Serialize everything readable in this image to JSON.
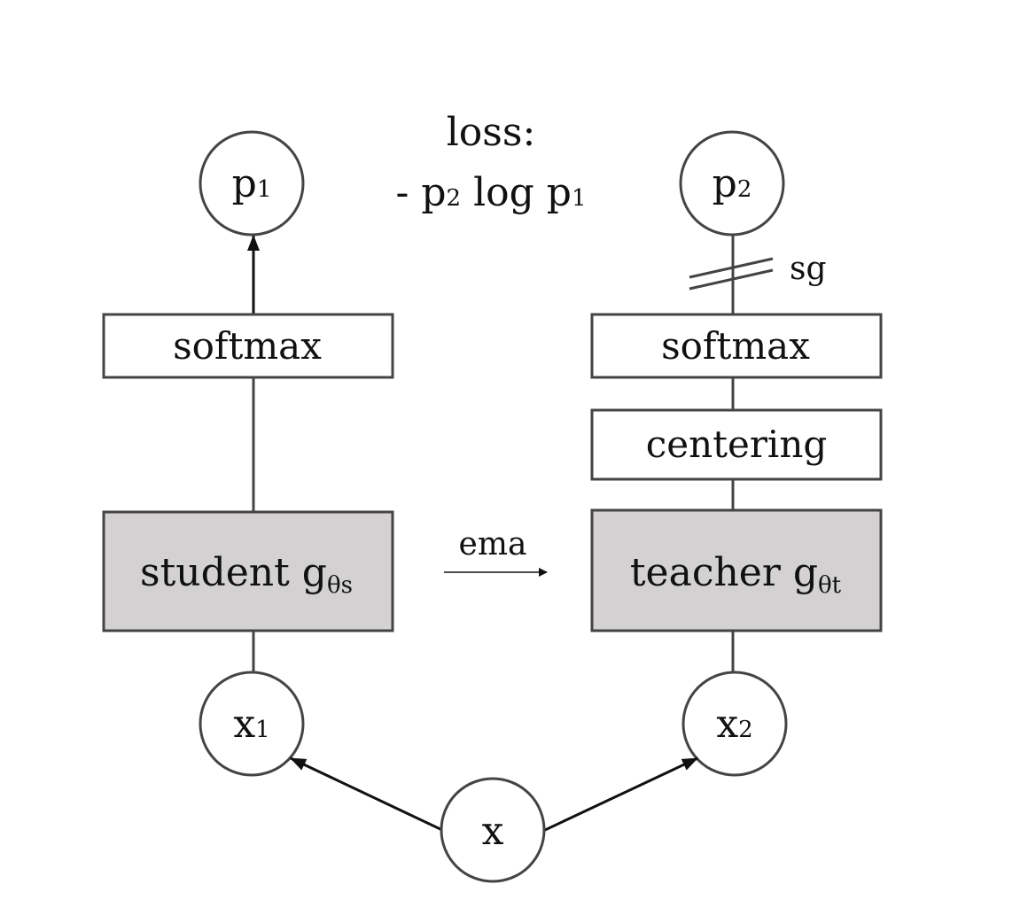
{
  "loss": {
    "title": "loss:",
    "expr_prefix": "- p",
    "expr_sub1": "2",
    "expr_mid": " log p",
    "expr_sub2": "1"
  },
  "student": {
    "output": {
      "base": "p",
      "sub": "1"
    },
    "softmax": "softmax",
    "network": {
      "text": "student g",
      "sub": "θs"
    },
    "input": {
      "base": "x",
      "sub": "1"
    }
  },
  "teacher": {
    "output": {
      "base": "p",
      "sub": "2"
    },
    "stop_gradient": "sg",
    "softmax": "softmax",
    "centering": "centering",
    "network": {
      "text": "teacher g",
      "sub": "θt"
    },
    "input": {
      "base": "x",
      "sub": "2"
    }
  },
  "ema_label": "ema",
  "source": "x",
  "colors": {
    "network_fill": "#d3d1d2",
    "stroke": "#444444",
    "arrow": "#111111"
  }
}
